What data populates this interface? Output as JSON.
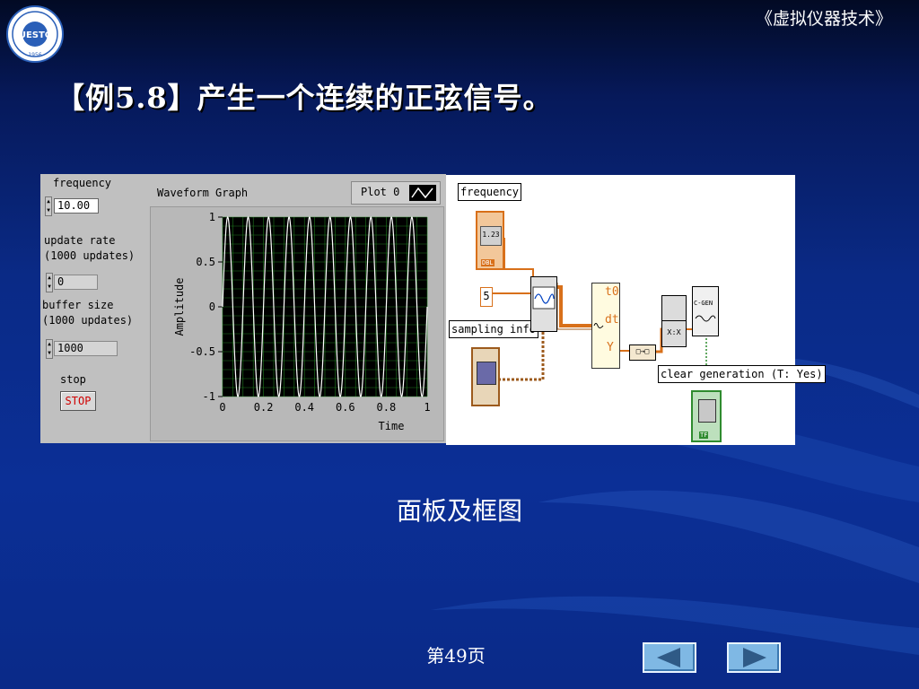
{
  "header": {
    "course_title": "《虚拟仪器技术》",
    "heading": "【例5.8】产生一个连续的正弦信号。"
  },
  "logo": {
    "icon": "uestc-logo-icon",
    "text": "UESTC",
    "year": "1956"
  },
  "front_panel": {
    "frequency": {
      "label": "frequency",
      "value": "10.00"
    },
    "update_rate": {
      "label": "update rate\n(1000 updates)",
      "value": "0"
    },
    "buffer_size": {
      "label": "buffer size\n(1000 updates)",
      "value": "1000"
    },
    "stop": {
      "label": "stop",
      "button_label": "STOP"
    },
    "graph": {
      "title": "Waveform Graph",
      "legend_label": "Plot 0",
      "ylabel": "Amplitude",
      "xlabel": "Time",
      "x_ticks": [
        "0",
        "0.2",
        "0.4",
        "0.6",
        "0.8",
        "1"
      ],
      "y_ticks": [
        "1",
        "0.5",
        "0",
        "-0.5",
        "-1"
      ]
    }
  },
  "block_diagram": {
    "frequency_label": "frequency",
    "frequency_terminal": "1.23",
    "frequency_type": "DBL",
    "constant": "5",
    "sampling_label": "sampling info",
    "sampling_type": "",
    "t0": "t0",
    "dt": "dt",
    "y": "Y",
    "cgen": "C-GEN",
    "clear_label": "clear generation (T: Yes)",
    "tf": "TF"
  },
  "chart_data": {
    "type": "line",
    "title": "Waveform Graph",
    "xlabel": "Time",
    "ylabel": "Amplitude",
    "xlim": [
      0,
      1
    ],
    "ylim": [
      -1,
      1
    ],
    "grid": true,
    "series": [
      {
        "name": "Plot 0",
        "function": "sine",
        "frequency": 10,
        "amplitude": 1,
        "samples": 1000
      }
    ]
  },
  "colors": {
    "plot_bg": "#000000",
    "grid": "#1f7a1f",
    "trace": "#ffffff",
    "wire_orange": "#d8701a",
    "wire_brown": "#9c5a1c",
    "bool_green": "#2e8b2e"
  },
  "caption": "面板及框图",
  "footer": {
    "page": "第49页"
  },
  "nav": {
    "prev_icon": "triangle-left-icon",
    "next_icon": "triangle-right-icon"
  }
}
